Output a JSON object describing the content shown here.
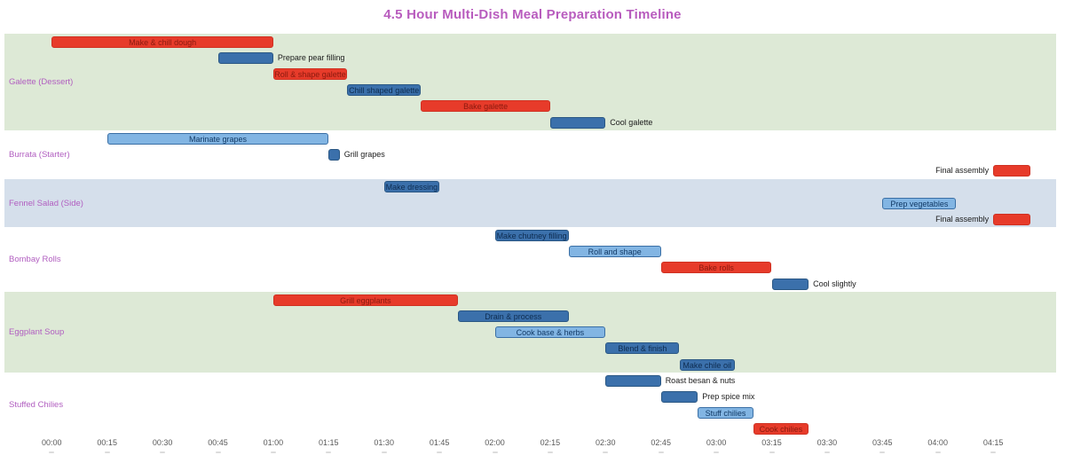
{
  "title": {
    "text": "4.5 Hour Multi-Dish Meal Preparation Timeline"
  },
  "chart_data": {
    "type": "bar",
    "subtype": "gantt",
    "title": "4.5 Hour Multi-Dish Meal Preparation Timeline",
    "x_axis": {
      "tick_labels": [
        "00:00",
        "00:15",
        "00:30",
        "00:45",
        "01:00",
        "01:15",
        "01:30",
        "01:45",
        "02:00",
        "02:15",
        "02:30",
        "02:45",
        "03:00",
        "03:15",
        "03:30",
        "03:45",
        "04:00",
        "04:15"
      ],
      "tick_interval_minutes": 15,
      "xlim_minutes": [
        -13,
        272
      ]
    },
    "colors": {
      "title": "#b85cbe",
      "group_label": "#b15ec0",
      "tick_label": "#595959",
      "outside_label": "#1a1a1a",
      "band_green": "#dde9d6",
      "band_blue": "#d5dfeb",
      "band_white": "#ffffff",
      "bar_red": {
        "fill": "#e73b2a",
        "border": "#cf3122",
        "text": "#8a1a0f"
      },
      "bar_blue": {
        "fill": "#3b70ab",
        "border": "#2a5784",
        "text": "#0e2c50"
      },
      "bar_lightblue": {
        "fill": "#82b5e3",
        "border": "#3a6fa5",
        "text": "#123a66"
      }
    },
    "groups": [
      {
        "label": "Galette (Dessert)",
        "band": "green",
        "tasks": [
          {
            "name": "Make & chill dough",
            "start": "00:00",
            "end": "01:00",
            "start_min": 0,
            "end_min": 60,
            "color": "red",
            "label_pos": "inside"
          },
          {
            "name": "Prepare pear filling",
            "start": "00:45",
            "end": "01:00",
            "start_min": 45,
            "end_min": 60,
            "color": "blue",
            "label_pos": "right"
          },
          {
            "name": "Roll & shape galette",
            "start": "01:00",
            "end": "01:20",
            "start_min": 60,
            "end_min": 80,
            "color": "red",
            "label_pos": "inside"
          },
          {
            "name": "Chill shaped galette",
            "start": "01:20",
            "end": "01:40",
            "start_min": 80,
            "end_min": 100,
            "color": "blue",
            "label_pos": "inside"
          },
          {
            "name": "Bake galette",
            "start": "01:40",
            "end": "02:15",
            "start_min": 100,
            "end_min": 135,
            "color": "red",
            "label_pos": "inside"
          },
          {
            "name": "Cool galette",
            "start": "02:15",
            "end": "02:30",
            "start_min": 135,
            "end_min": 150,
            "color": "blue",
            "label_pos": "right"
          }
        ]
      },
      {
        "label": "Burrata (Starter)",
        "band": "white",
        "tasks": [
          {
            "name": "Marinate grapes",
            "start": "00:15",
            "end": "01:15",
            "start_min": 15,
            "end_min": 75,
            "color": "lightblue",
            "label_pos": "inside"
          },
          {
            "name": "Grill grapes",
            "start": "01:15",
            "end": "01:18",
            "start_min": 75,
            "end_min": 78,
            "color": "blue",
            "label_pos": "right"
          },
          {
            "name": "Final assembly",
            "start": "04:15",
            "end": "04:25",
            "start_min": 255,
            "end_min": 265,
            "color": "red",
            "label_pos": "left"
          }
        ]
      },
      {
        "label": "Fennel Salad (Side)",
        "band": "blue",
        "tasks": [
          {
            "name": "Make dressing",
            "start": "01:30",
            "end": "01:45",
            "start_min": 90,
            "end_min": 105,
            "color": "blue",
            "label_pos": "inside"
          },
          {
            "name": "Prep vegetables",
            "start": "03:45",
            "end": "04:05",
            "start_min": 225,
            "end_min": 245,
            "color": "lightblue",
            "label_pos": "inside"
          },
          {
            "name": "Final assembly",
            "start": "04:15",
            "end": "04:25",
            "start_min": 255,
            "end_min": 265,
            "color": "red",
            "label_pos": "left"
          }
        ]
      },
      {
        "label": "Bombay Rolls",
        "band": "white",
        "tasks": [
          {
            "name": "Make chutney filling",
            "start": "02:00",
            "end": "02:20",
            "start_min": 120,
            "end_min": 140,
            "color": "blue",
            "label_pos": "inside"
          },
          {
            "name": "Roll and shape",
            "start": "02:20",
            "end": "02:45",
            "start_min": 140,
            "end_min": 165,
            "color": "lightblue",
            "label_pos": "inside"
          },
          {
            "name": "Bake rolls",
            "start": "02:45",
            "end": "03:15",
            "start_min": 165,
            "end_min": 195,
            "color": "red",
            "label_pos": "inside"
          },
          {
            "name": "Cool slightly",
            "start": "03:15",
            "end": "03:25",
            "start_min": 195,
            "end_min": 205,
            "color": "blue",
            "label_pos": "right"
          }
        ]
      },
      {
        "label": "Eggplant Soup",
        "band": "green",
        "tasks": [
          {
            "name": "Grill eggplants",
            "start": "01:00",
            "end": "01:50",
            "start_min": 60,
            "end_min": 110,
            "color": "red",
            "label_pos": "inside"
          },
          {
            "name": "Drain & process",
            "start": "01:50",
            "end": "02:20",
            "start_min": 110,
            "end_min": 140,
            "color": "blue",
            "label_pos": "inside"
          },
          {
            "name": "Cook base & herbs",
            "start": "02:00",
            "end": "02:30",
            "start_min": 120,
            "end_min": 150,
            "color": "lightblue",
            "label_pos": "inside"
          },
          {
            "name": "Blend & finish",
            "start": "02:30",
            "end": "02:50",
            "start_min": 150,
            "end_min": 170,
            "color": "blue",
            "label_pos": "inside"
          },
          {
            "name": "Make chile oil",
            "start": "02:50",
            "end": "03:05",
            "start_min": 170,
            "end_min": 185,
            "color": "blue",
            "label_pos": "inside"
          }
        ]
      },
      {
        "label": "Stuffed Chilies",
        "band": "white",
        "tasks": [
          {
            "name": "Roast besan & nuts",
            "start": "02:30",
            "end": "02:45",
            "start_min": 150,
            "end_min": 165,
            "color": "blue",
            "label_pos": "right"
          },
          {
            "name": "Prep spice mix",
            "start": "02:45",
            "end": "02:55",
            "start_min": 165,
            "end_min": 175,
            "color": "blue",
            "label_pos": "right"
          },
          {
            "name": "Stuff chilies",
            "start": "02:55",
            "end": "03:10",
            "start_min": 175,
            "end_min": 190,
            "color": "lightblue",
            "label_pos": "inside"
          },
          {
            "name": "Cook chilies",
            "start": "03:10",
            "end": "03:25",
            "start_min": 190,
            "end_min": 205,
            "color": "red",
            "label_pos": "inside"
          }
        ]
      }
    ]
  }
}
